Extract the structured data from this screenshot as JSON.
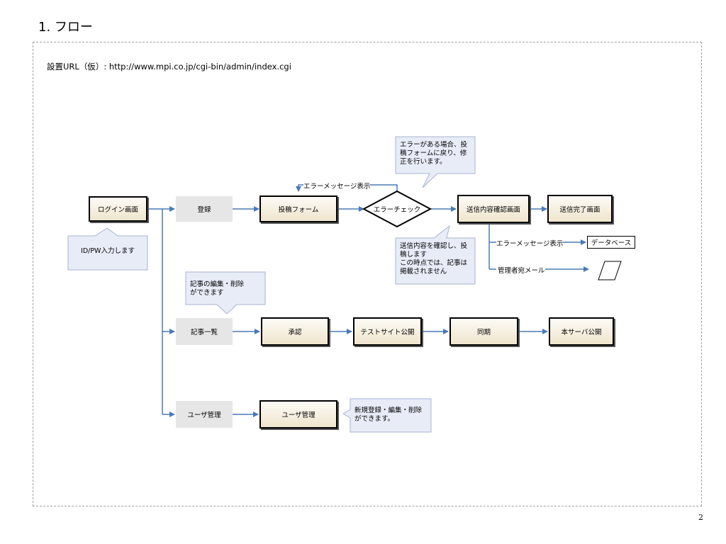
{
  "title": "1. フロー",
  "url_line": "設置URL（仮）:  http://www.mpi.co.jp/cgi-bin/admin/index.cgi",
  "page_number": "2",
  "nodes": {
    "login": "ログイン画面",
    "register": "登録",
    "post_form": "投稿フォーム",
    "error_check": "エラーチェック",
    "confirm": "送信内容確認画面",
    "complete": "送信完了画面",
    "database": "データベース",
    "article_list": "記事一覧",
    "approve": "承認",
    "test_publish": "テストサイト公開",
    "sync": "同期",
    "prod_publish": "本サーバ公開",
    "user_mgmt": "ユーザ管理",
    "user_mgmt2": "ユーザ管理"
  },
  "labels": {
    "error_msg_top": "エラーメッセージ表示",
    "error_msg_confirm": "エラーメッセージ表示",
    "admin_mail": "管理者宛メール"
  },
  "notes": {
    "login_note": "ID/PW入力します",
    "error_note": [
      "エラーがある場合、投",
      "稿フォームに戻り、修",
      "正を行います。"
    ],
    "confirm_note": [
      "送信内容を確認し、投",
      "稿します",
      "この時点では、記事は",
      "掲載されません"
    ],
    "article_note": [
      "記事の編集・削除",
      "ができます"
    ],
    "user_note": [
      "新規登録・編集・削除",
      "ができます。"
    ]
  }
}
